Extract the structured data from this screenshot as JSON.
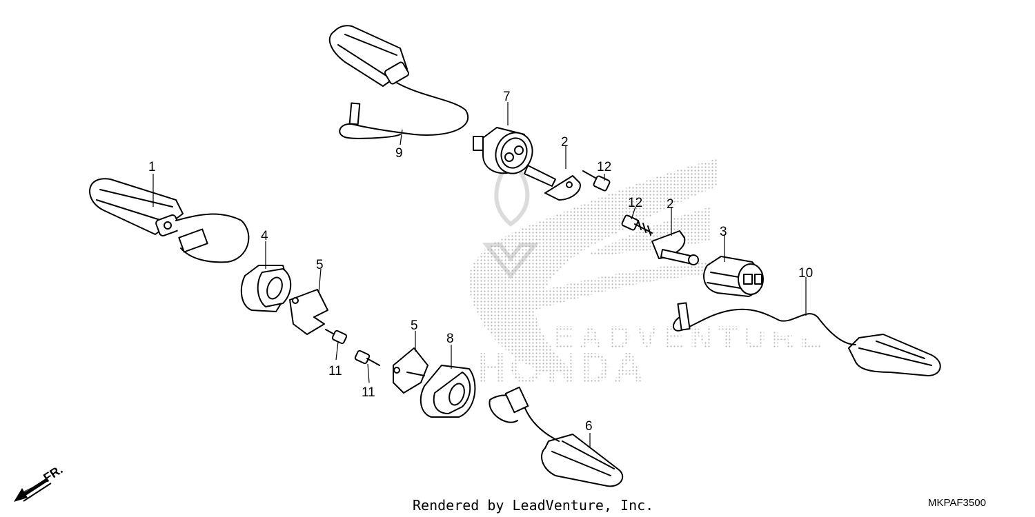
{
  "diagram": {
    "callouts": [
      {
        "id": "c1",
        "label": "1"
      },
      {
        "id": "c2a",
        "label": "2"
      },
      {
        "id": "c2b",
        "label": "2"
      },
      {
        "id": "c3",
        "label": "3"
      },
      {
        "id": "c4",
        "label": "4"
      },
      {
        "id": "c5a",
        "label": "5"
      },
      {
        "id": "c5b",
        "label": "5"
      },
      {
        "id": "c6",
        "label": "6"
      },
      {
        "id": "c7",
        "label": "7"
      },
      {
        "id": "c8",
        "label": "8"
      },
      {
        "id": "c9",
        "label": "9"
      },
      {
        "id": "c10",
        "label": "10"
      },
      {
        "id": "c11a",
        "label": "11"
      },
      {
        "id": "c11b",
        "label": "11"
      },
      {
        "id": "c12a",
        "label": "12"
      },
      {
        "id": "c12b",
        "label": "12"
      }
    ],
    "direction_indicator": {
      "label": "FR.",
      "icon": "arrow-down-left-icon"
    },
    "watermark": {
      "line1": "LEADVENTURE",
      "line2": "HONDA",
      "icon": "honda-wing-icon",
      "color": "#bdbdbd"
    }
  },
  "footer": {
    "credit": "Rendered by LeadVenture, Inc.",
    "diagram_code": "MKPAF3500"
  }
}
